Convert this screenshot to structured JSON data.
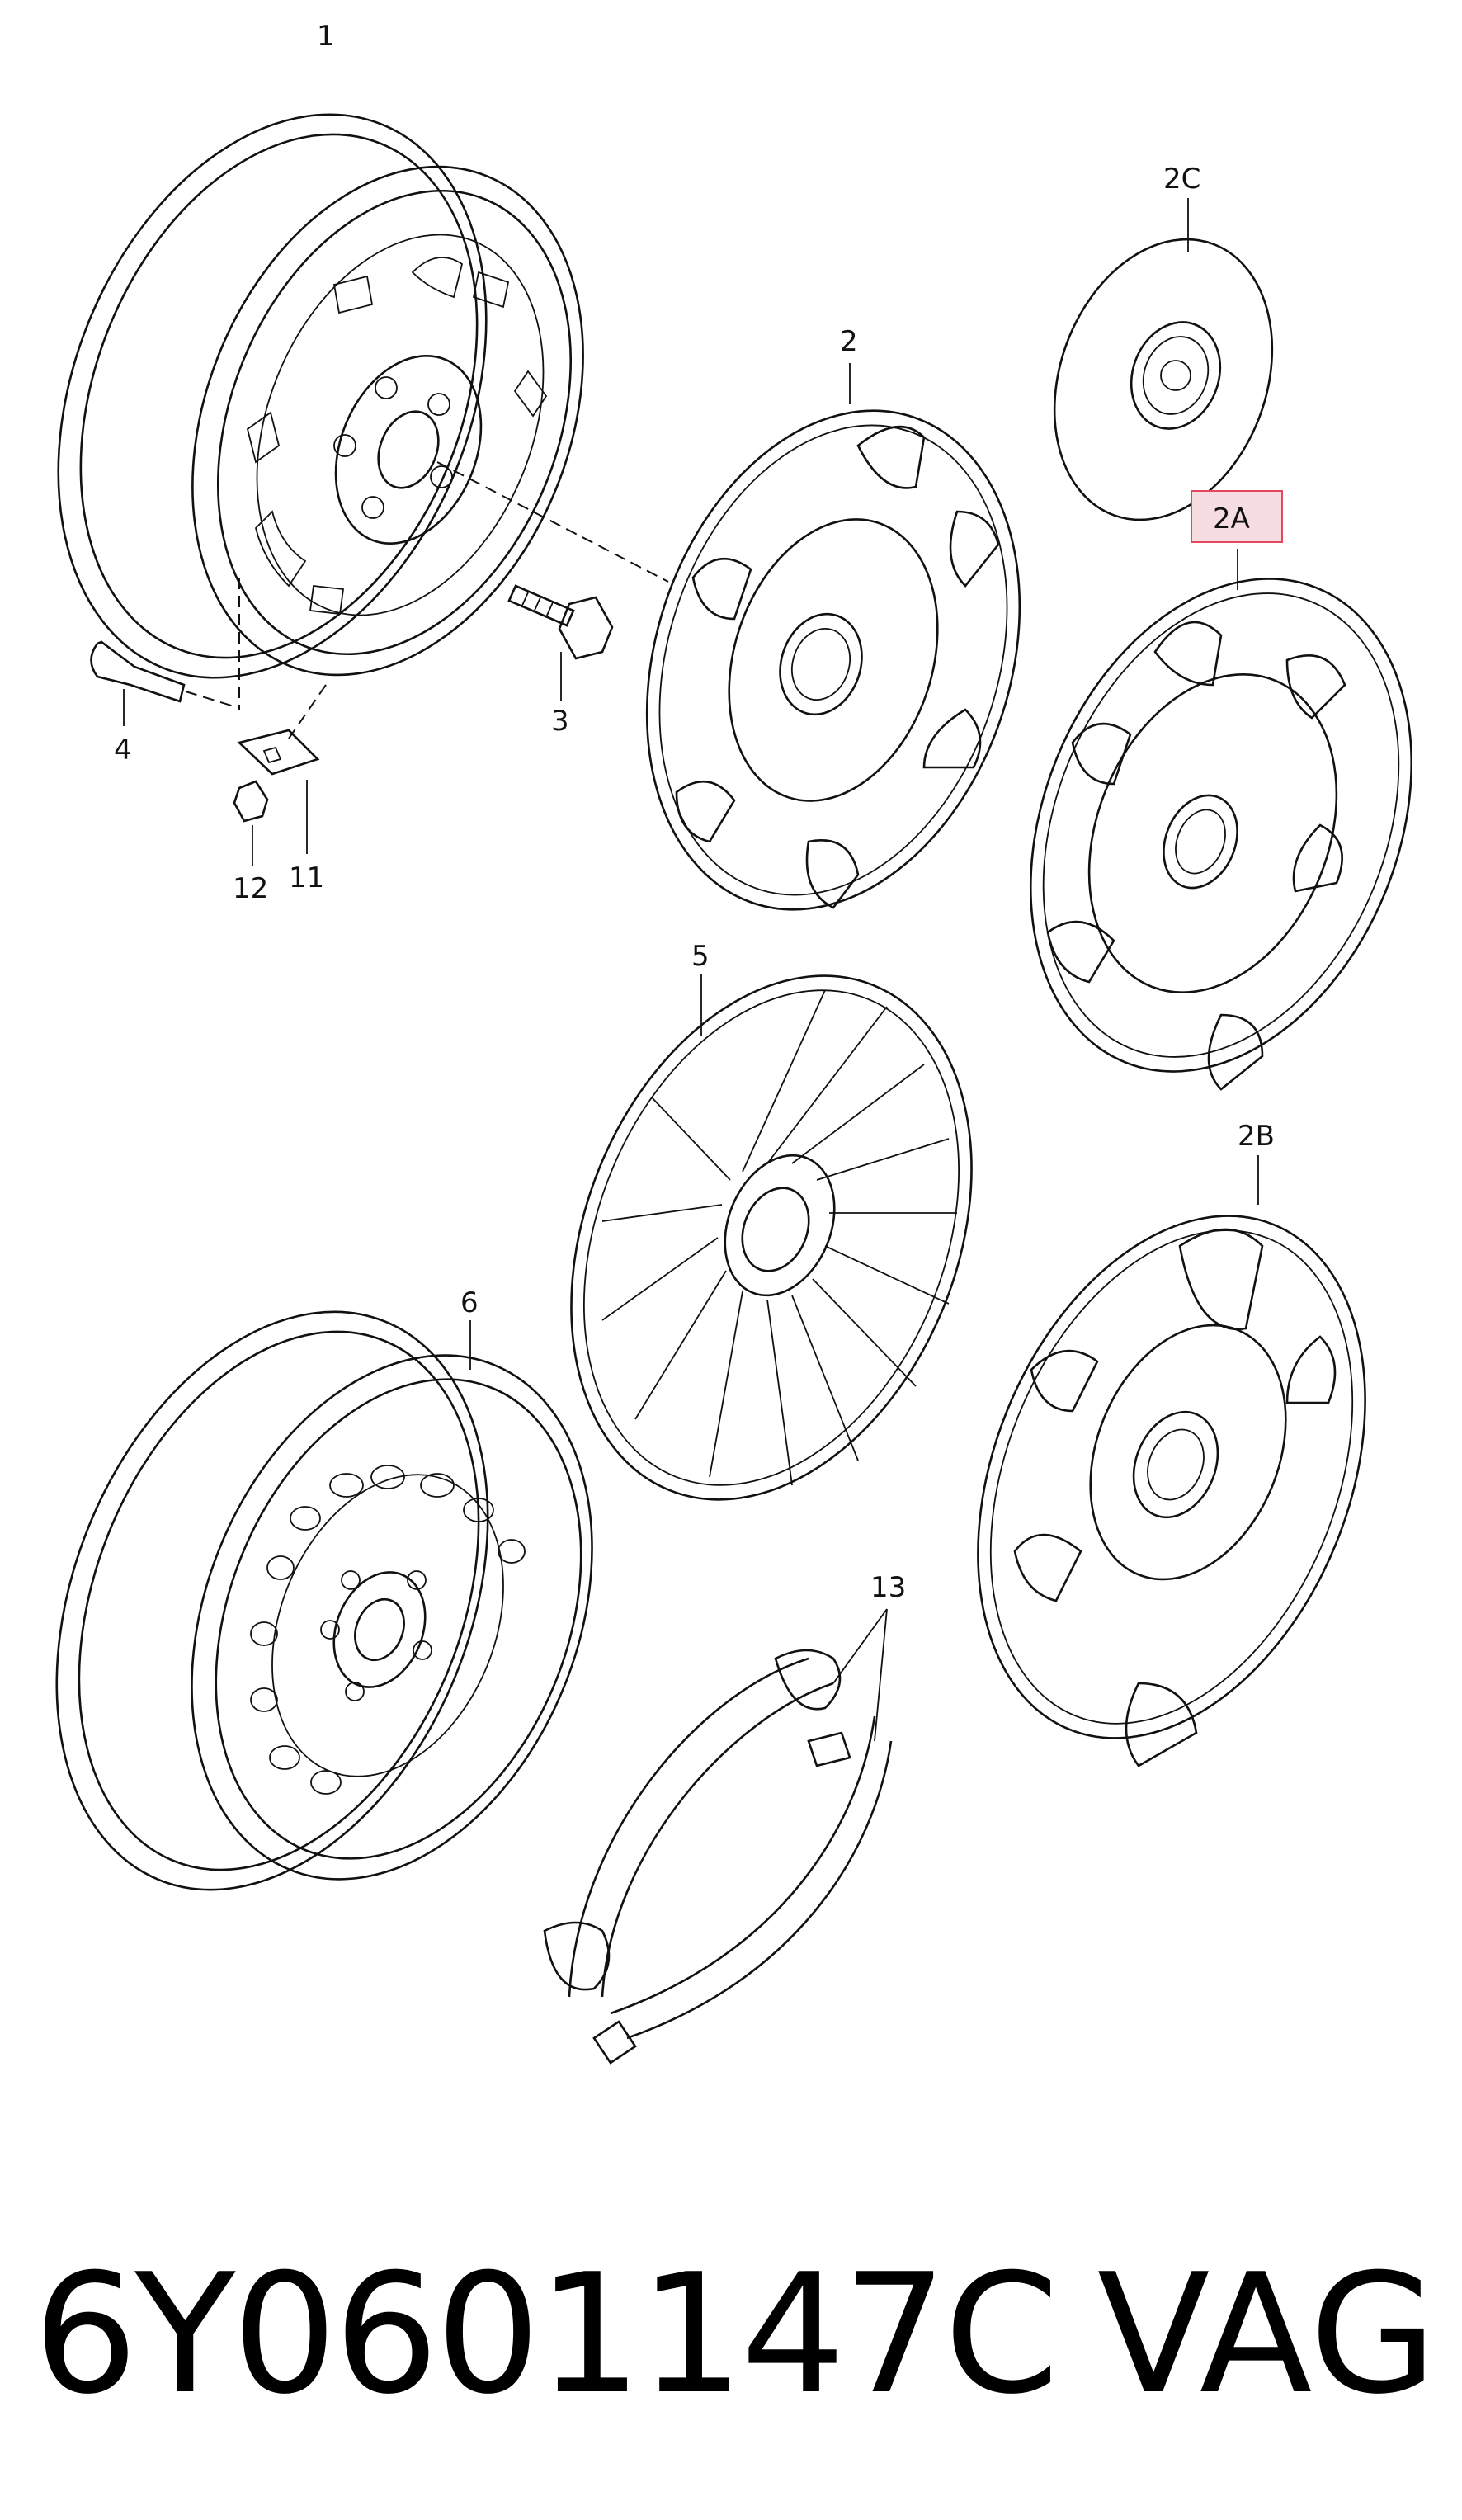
{
  "diagram": {
    "callouts": [
      "1",
      "2",
      "2C",
      "2A",
      "3",
      "4",
      "11",
      "12",
      "5",
      "2B",
      "6",
      "13"
    ],
    "highlight_color": "#f6dde2",
    "highlight_border": "#e3485e"
  },
  "footer": {
    "part_number": "6Y0601147C",
    "brand": "VAG"
  }
}
